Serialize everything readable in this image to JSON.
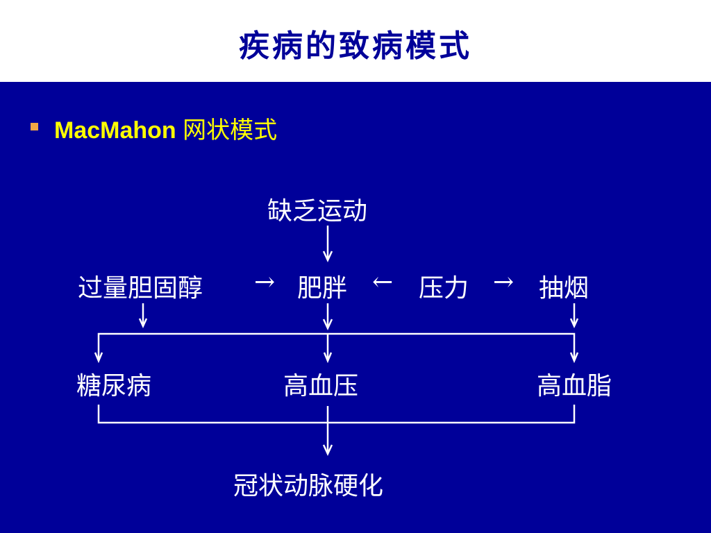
{
  "title": "疾病的致病模式",
  "heading": {
    "latin": "MacMahon",
    "cn": "网状模式"
  },
  "nodes": {
    "lack_exercise": "缺乏运动",
    "cholesterol": "过量胆固醇",
    "arrow1": "→",
    "obesity": "肥胖",
    "arrow2": "←",
    "stress": "压力",
    "arrow3": "→",
    "smoking": "抽烟",
    "diabetes": "糖尿病",
    "hypertension": "高血压",
    "hyperlipidemia": "高血脂",
    "cad": "冠状动脉硬化"
  },
  "colors": {
    "background": "#000099",
    "title": "#000099",
    "heading": "#ffff00",
    "text": "#ffffff",
    "bullet": "#f3a845"
  }
}
